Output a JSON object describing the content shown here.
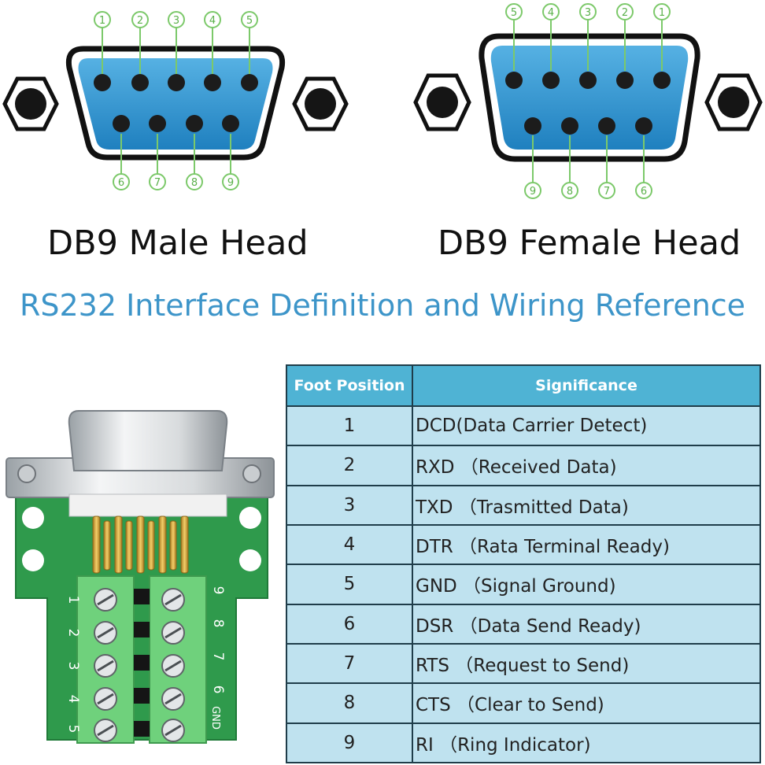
{
  "captions": {
    "male": "DB9 Male Head",
    "female": "DB9 Female Head"
  },
  "subtitle": "RS232 Interface Definition and Wiring Reference",
  "male_connector": {
    "top_pins": [
      "1",
      "2",
      "3",
      "4",
      "5"
    ],
    "bottom_pins": [
      "6",
      "7",
      "8",
      "9"
    ]
  },
  "female_connector": {
    "top_pins": [
      "5",
      "4",
      "3",
      "2",
      "1"
    ],
    "bottom_pins": [
      "9",
      "8",
      "7",
      "6"
    ]
  },
  "breakout_board": {
    "left_labels": [
      "1",
      "2",
      "3",
      "4",
      "5"
    ],
    "right_labels": [
      "9",
      "8",
      "7",
      "6",
      "GND"
    ]
  },
  "table": {
    "headers": [
      "Foot Position",
      "Significance"
    ],
    "rows": [
      {
        "pos": "1",
        "sig": "DCD(Data Carrier Detect)"
      },
      {
        "pos": "2",
        "sig": "RXD （Received Data)"
      },
      {
        "pos": "3",
        "sig": "TXD （Trasmitted Data)"
      },
      {
        "pos": "4",
        "sig": "DTR （Rata Terminal Ready)"
      },
      {
        "pos": "5",
        "sig": "GND （Signal Ground)"
      },
      {
        "pos": "6",
        "sig": "DSR （Data Send Ready)"
      },
      {
        "pos": "7",
        "sig": "RTS （Request to Send)"
      },
      {
        "pos": "8",
        "sig": "CTS （Clear to Send)"
      },
      {
        "pos": "9",
        "sig": "RI （Ring Indicator)"
      }
    ]
  },
  "colors": {
    "shell_blue": "#2b8fca",
    "callout_green": "#7cc96a",
    "title_blue": "#3d95c9",
    "table_header": "#4fb3d4",
    "table_body": "#bfe2ef",
    "pcb_green": "#2f9a4c",
    "terminal_green": "#6fd17c",
    "pin_gold": "#d6a436"
  }
}
